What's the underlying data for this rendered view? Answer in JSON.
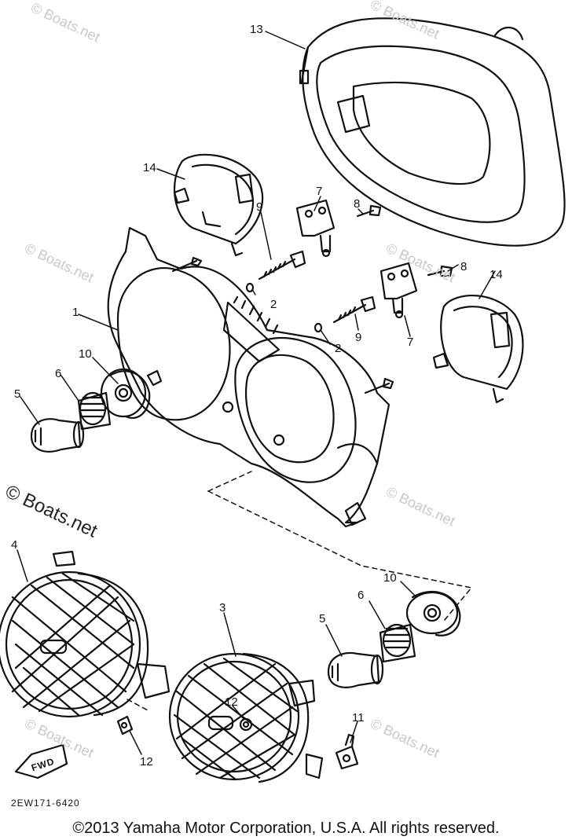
{
  "callouts": {
    "c1": "1",
    "c2a": "2",
    "c2b": "2",
    "c3": "3",
    "c4": "4",
    "c5a": "5",
    "c5b": "5",
    "c6a": "6",
    "c6b": "6",
    "c7a": "7",
    "c7b": "7",
    "c8a": "8",
    "c8b": "8",
    "c9a": "9",
    "c9b": "9",
    "c10a": "10",
    "c10b": "10",
    "c11": "11",
    "c12a": "12",
    "c12b": "12",
    "c13": "13",
    "c14a": "14",
    "c14b": "14"
  },
  "fwd_label": "FWD",
  "part_code": "2EW171-6420",
  "watermark_text": "© Boats.net",
  "brand_watermark": "© Boats.net",
  "copyright": "©2013 Yamaha Motor Corporation, U.S.A. All rights reserved."
}
